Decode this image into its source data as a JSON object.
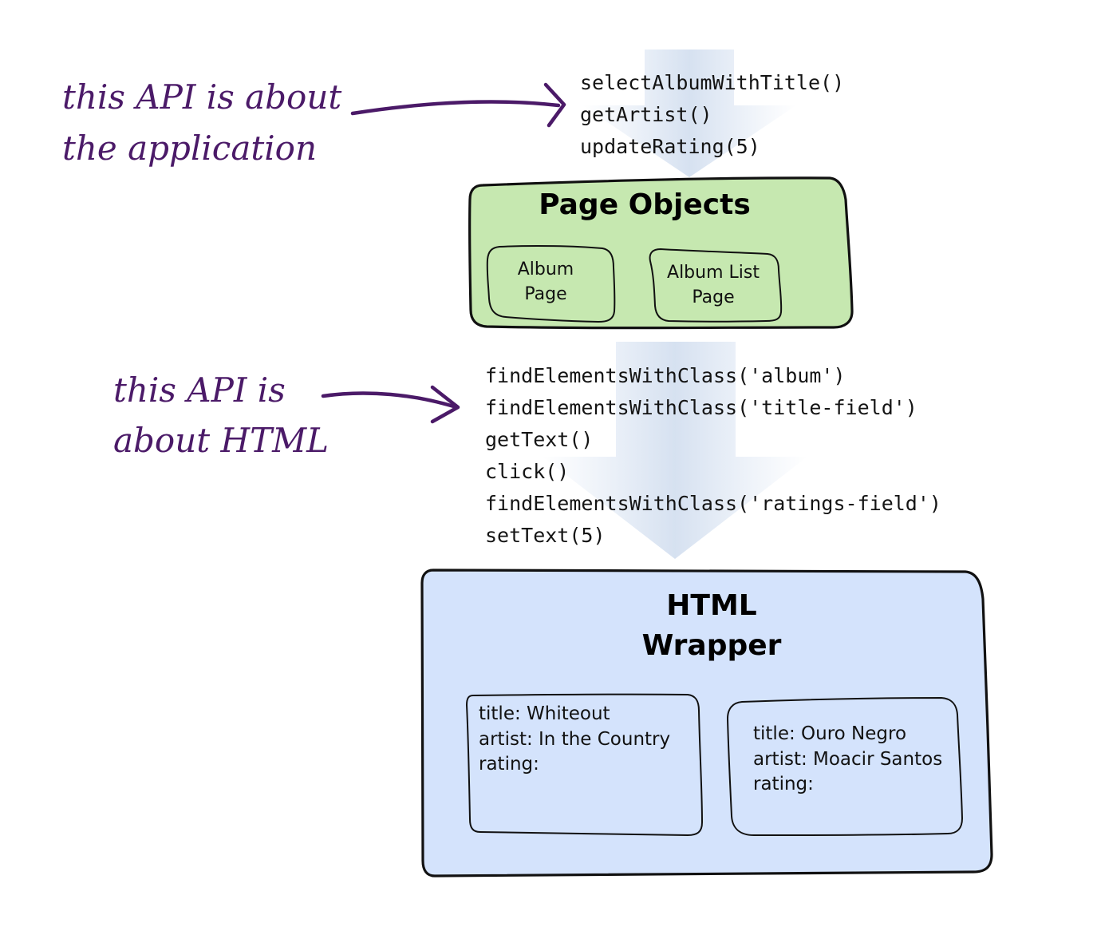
{
  "annotations": {
    "application_api": [
      "this API is about",
      "the application"
    ],
    "html_api": [
      "this API is",
      "about HTML"
    ]
  },
  "page_objects": {
    "api_calls": [
      "selectAlbumWithTitle()",
      "getArtist()",
      "updateRating(5)"
    ],
    "title": "Page Objects",
    "children": [
      {
        "lines": [
          "Album",
          "Page"
        ]
      },
      {
        "lines": [
          "Album List",
          "Page"
        ]
      }
    ]
  },
  "html_wrapper": {
    "api_calls": [
      "findElementsWithClass('album')",
      "findElementsWithClass('title-field')",
      "getText()",
      "click()",
      "findElementsWithClass('ratings-field')",
      "setText(5)"
    ],
    "title": [
      "HTML",
      "Wrapper"
    ],
    "albums": [
      {
        "lines": [
          "title: Whiteout",
          "artist: In the Country",
          "rating:"
        ]
      },
      {
        "lines": [
          "title: Ouro Negro",
          "artist: Moacir Santos",
          "rating:"
        ]
      }
    ]
  },
  "colors": {
    "annotation": "#4b1a68",
    "page_objects_fill": "#c6e8b0",
    "html_wrapper_fill": "#d4e3fc",
    "flow_arrow": "#cfdcee",
    "outline": "#111111"
  }
}
